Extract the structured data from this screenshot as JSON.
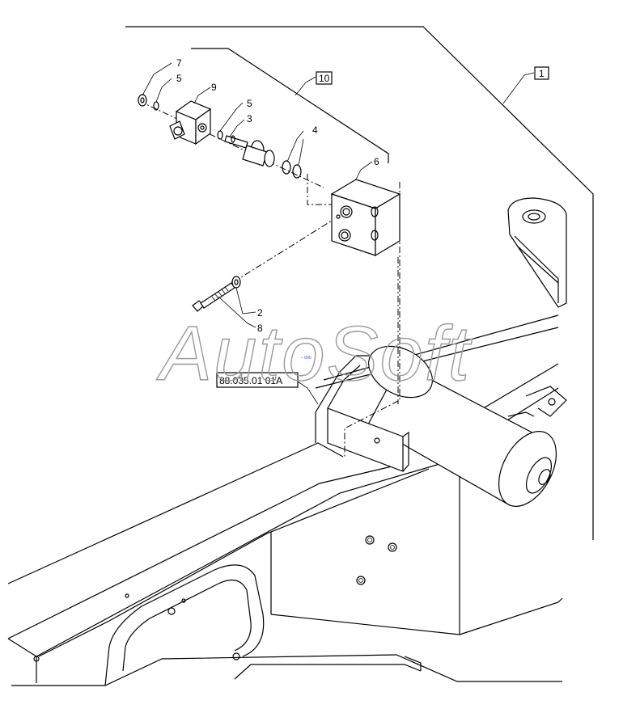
{
  "watermark": "AutoSoft",
  "callouts": {
    "c1": "1",
    "c10": "10",
    "c7": "7",
    "c5a": "5",
    "c9": "9",
    "c5b": "5",
    "c3": "3",
    "c4": "4",
    "c6": "6",
    "c2": "2",
    "c8": "8"
  },
  "reference_label": "88.035.01 01A",
  "tiny_mark": "– 000"
}
